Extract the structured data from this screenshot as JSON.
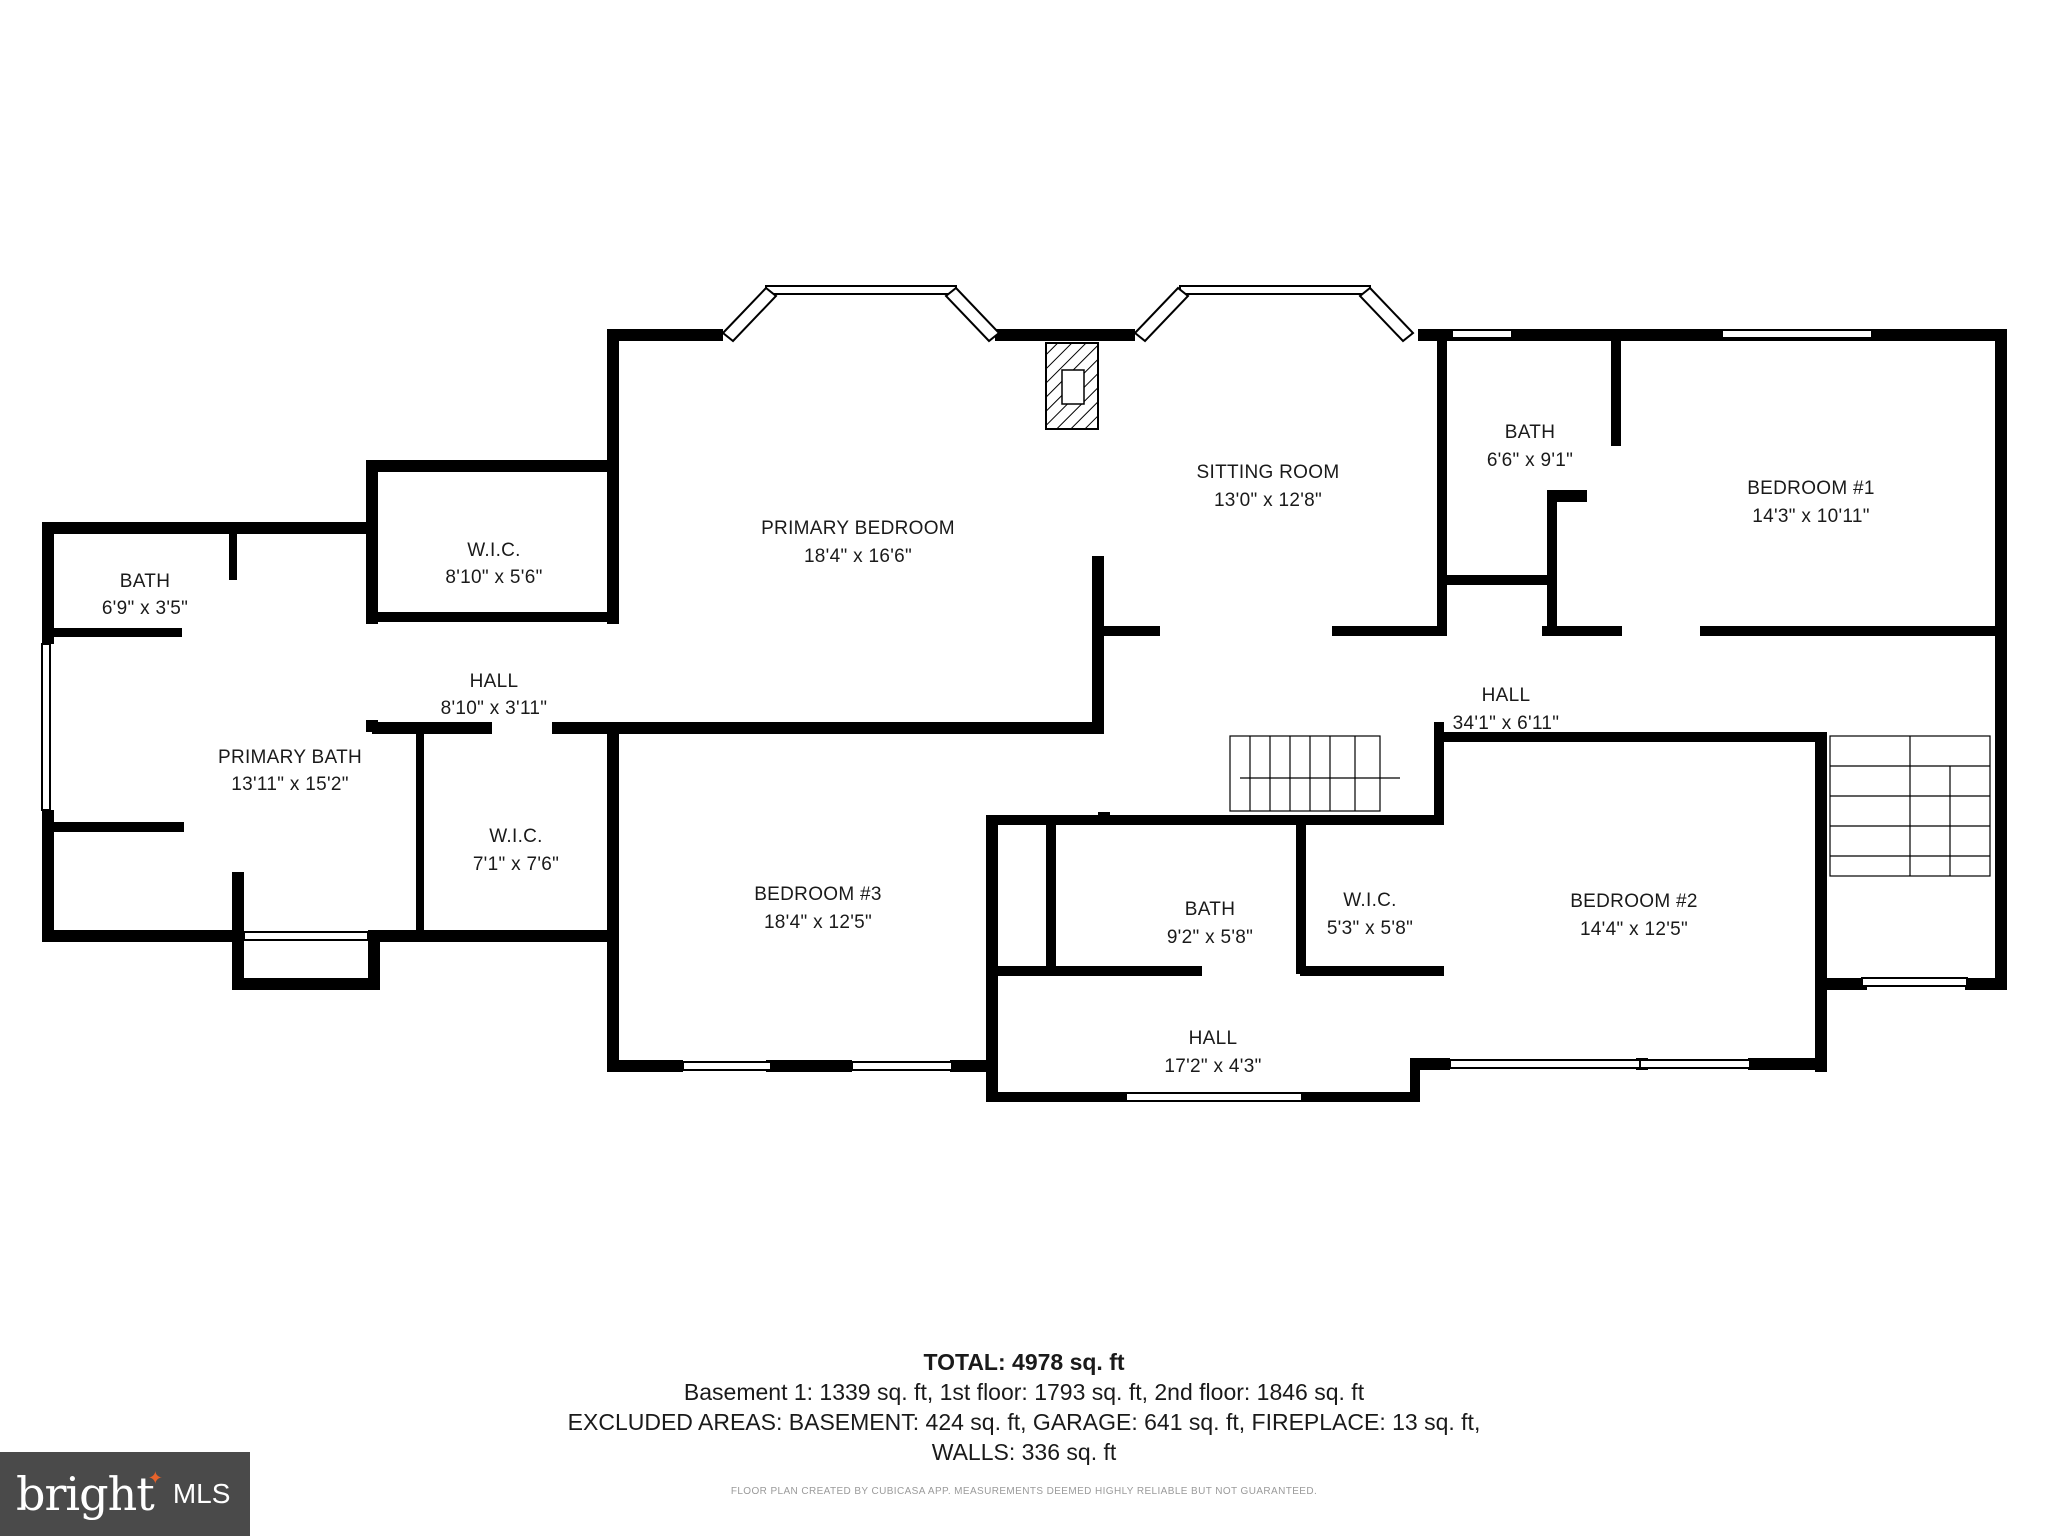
{
  "rooms": {
    "primary_bedroom": {
      "name": "PRIMARY BEDROOM",
      "dims": "18'4\" x 16'6\""
    },
    "sitting_room": {
      "name": "SITTING ROOM",
      "dims": "13'0\" x 12'8\""
    },
    "bath_upper_right": {
      "name": "BATH",
      "dims": "6'6\" x 9'1\""
    },
    "bedroom_1": {
      "name": "BEDROOM #1",
      "dims": "14'3\" x 10'11\""
    },
    "bath_left": {
      "name": "BATH",
      "dims": "6'9\" x 3'5\""
    },
    "wic_top": {
      "name": "W.I.C.",
      "dims": "8'10\" x 5'6\""
    },
    "hall_small": {
      "name": "HALL",
      "dims": "8'10\" x 3'11\""
    },
    "primary_bath": {
      "name": "PRIMARY BATH",
      "dims": "13'11\" x 15'2\""
    },
    "wic_left": {
      "name": "W.I.C.",
      "dims": "7'1\" x 7'6\""
    },
    "bedroom_3": {
      "name": "BEDROOM #3",
      "dims": "18'4\" x 12'5\""
    },
    "hall_main": {
      "name": "HALL",
      "dims": "34'1\" x 6'11\""
    },
    "bath_center": {
      "name": "BATH",
      "dims": "9'2\" x 5'8\""
    },
    "wic_center": {
      "name": "W.I.C.",
      "dims": "5'3\" x 5'8\""
    },
    "bedroom_2": {
      "name": "BEDROOM #2",
      "dims": "14'4\" x 12'5\""
    },
    "hall_bottom": {
      "name": "HALL",
      "dims": "17'2\" x 4'3\""
    }
  },
  "summary": {
    "total_label": "TOTAL:",
    "total_value": "4978 sq. ft",
    "line2": "Basement 1: 1339 sq. ft, 1st floor: 1793 sq. ft, 2nd floor: 1846 sq. ft",
    "line3": "EXCLUDED AREAS: BASEMENT: 424 sq. ft, GARAGE: 641 sq. ft, FIREPLACE: 13 sq. ft,",
    "line4": "WALLS: 336 sq. ft"
  },
  "disclaimer": "FLOOR PLAN CREATED BY CUBICASA APP. MEASUREMENTS DEEMED HIGHLY RELIABLE BUT NOT GUARANTEED.",
  "logo": {
    "word": "bright",
    "suffix": "MLS"
  },
  "colors": {
    "wall": "#000000",
    "background": "#ffffff",
    "logo_bg": "#4a4a4a",
    "logo_accent": "#e8632b"
  }
}
